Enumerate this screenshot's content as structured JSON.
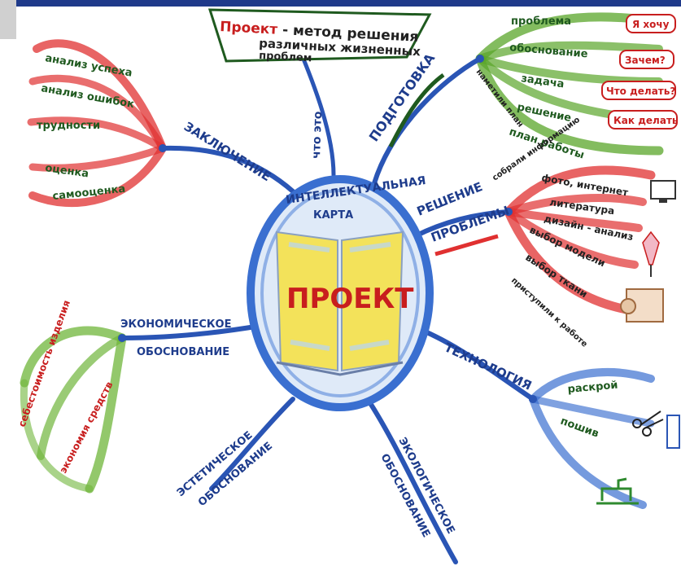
{
  "colors": {
    "blue_branch": "#2a55b5",
    "red_ribbon": "#e03030",
    "green_ribbon": "#5aa52a",
    "page_bg": "#ffffff",
    "top_bar": "#1f3a8a",
    "book_yellow": "#f3e25a"
  },
  "center": {
    "ring_text": "ИНТЕЛЛЕКТУАЛЬНАЯ",
    "ring_text2": "КАРТА",
    "book_word": "ПРОЕКТ"
  },
  "title_box": {
    "emphasis": "Проект",
    "line1": " - метод решения",
    "line2": "различных жизненных",
    "line3": "проблем"
  },
  "branches": {
    "what": "что это",
    "prep": "ПОДГОТОВКА",
    "conclusion": "ЗАКЛЮЧЕНИЕ",
    "solving1": "РЕШЕНИЕ",
    "solving2": "ПРОБЛЕМЫ",
    "econ1": "ЭКОНОМИЧЕСКОЕ",
    "econ2": "ОБОСНОВАНИЕ",
    "tech": "ТЕХНОЛОГИЯ",
    "aesth1": "ЭСТЕТИЧЕСКОЕ",
    "aesth2": "ОБОСНОВАНИЕ",
    "ecol1": "ЭКОЛОГИЧЕСКОЕ",
    "ecol2": "ОБОСНОВАНИЕ"
  },
  "conclusion_items": [
    "анализ успеха",
    "анализ ошибок",
    "трудности",
    "оценка",
    "самооценка"
  ],
  "prep_items": [
    "проблема",
    "обоснование",
    "задача",
    "решение",
    "план работы"
  ],
  "prep_questions": [
    "Я хочу",
    "Зачем?",
    "Что делать?",
    "Как делать"
  ],
  "prep_note": "наметили план",
  "solving_items": [
    "фото, интернет",
    "литература",
    "дизайн - анализ",
    "выбор модели",
    "выбор ткани"
  ],
  "solving_note_top": "собрали информацию",
  "solving_note_bottom": "приступили к работе",
  "econ_items": [
    "себестоимость изделия",
    "экономия средств"
  ],
  "tech_items": [
    "раскрой",
    "пошив"
  ],
  "icons": [
    "monitor-icon",
    "dress-form-icon",
    "fabric-roll-icon",
    "scissors-icon",
    "sewing-machine-icon",
    "ruler-icon"
  ]
}
